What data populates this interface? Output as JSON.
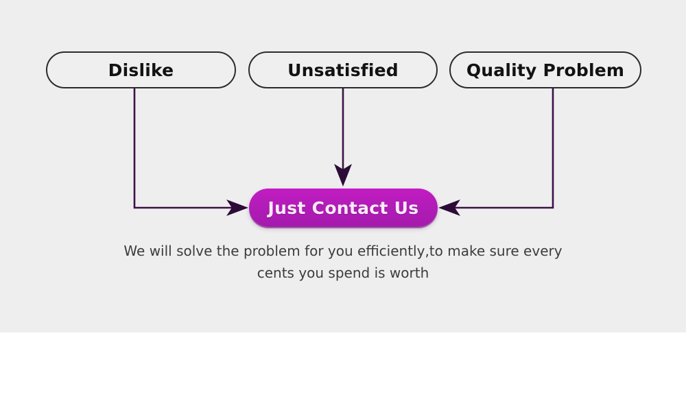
{
  "banner": {
    "background_color": "#eeeeee",
    "page_background_color": "#ffffff",
    "accent_color": "#b31cb8",
    "connector_color": "#3d1147",
    "box_border_color": "#2b2b2b"
  },
  "reasons": [
    {
      "label": "Dislike",
      "icon": "rounded-box"
    },
    {
      "label": "Unsatisfied",
      "icon": "rounded-box"
    },
    {
      "label": "Quality Problem",
      "icon": "rounded-box"
    }
  ],
  "cta": {
    "label": "Just Contact Us"
  },
  "caption": {
    "line1": "We will solve the problem for you efficiently,to make sure every",
    "line2": "cents you spend is worth"
  },
  "connectors": [
    {
      "name": "dislike-to-cta",
      "arrow": "arrow-right"
    },
    {
      "name": "unsatisfied-to-cta",
      "arrow": "arrow-down"
    },
    {
      "name": "quality-problem-to-cta",
      "arrow": "arrow-left"
    }
  ]
}
